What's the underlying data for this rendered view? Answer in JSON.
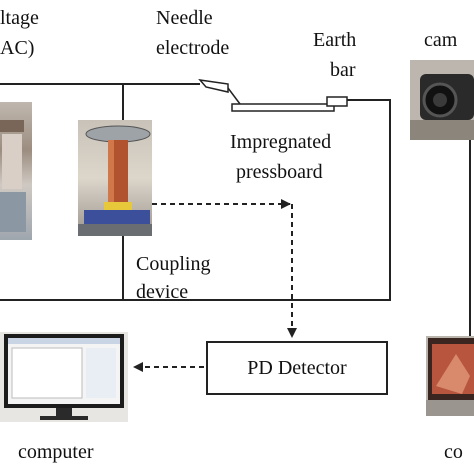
{
  "labels": {
    "voltage_line1": "ltage",
    "voltage_line2": "AC)",
    "needle_line1": "Needle",
    "needle_line2": "electrode",
    "earth_line1": "Earth",
    "earth_line2": "bar",
    "camera": "cam",
    "impregnated_line1": "Impregnated",
    "impregnated_line2": "pressboard",
    "coupling_line1": "Coupling",
    "coupling_line2": "device",
    "pd_detector": "PD Detector",
    "computer": "computer",
    "bottom_right": "co"
  },
  "icons": {
    "hv_source": "high-voltage-source-photo",
    "coupling": "coupling-capacitor-photo",
    "camera": "camera-photo",
    "computer": "computer-monitor-photo",
    "bottom_right": "screen-photo"
  },
  "colors": {
    "line": "#222222",
    "background": "#ffffff"
  }
}
